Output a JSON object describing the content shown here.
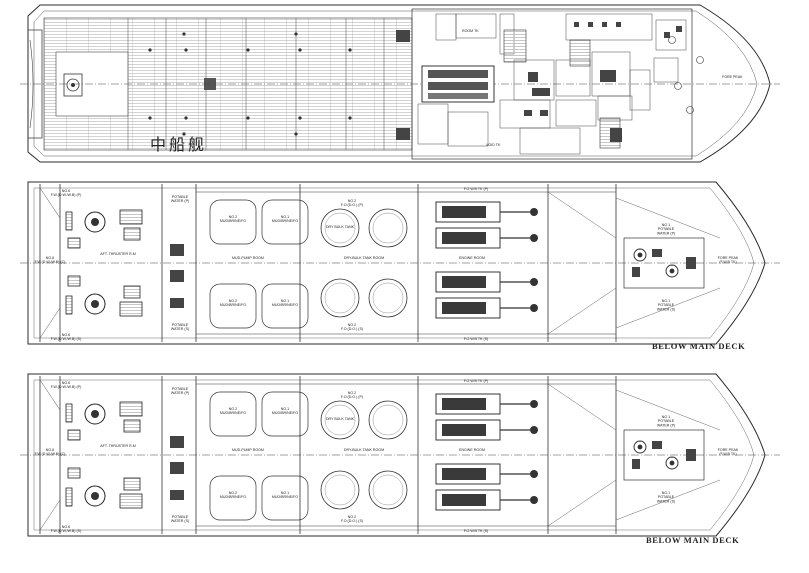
{
  "views": [
    {
      "id": "main-deck",
      "labels": {
        "fore_peak": "FORE PEAK",
        "room_top": "ROOM TK",
        "void_center": "VOID TK"
      }
    },
    {
      "id": "below-main-deck-1",
      "caption": "BELOW  MAIN  DECK",
      "labels": {
        "aft_tank_p": "NO.6\nF.W.(D.W./W.B) (P)",
        "aft_tank_s": "NO.6\nF.W.(D.W./W.B) (S)",
        "aft_center": "NO.6\nF.W.(D.W./W.B) (C)",
        "aft_thruster": "AFT. THRUSTER R.M",
        "potable_p": "POTABLE\nWATER (P)",
        "potable_s": "POTABLE\nWATER (S)",
        "mud2_p": "NO.2\nMUD/BRINE/FO",
        "mud1_p": "NO.1\nMUD/BRINE/FO",
        "mud2_s": "NO.2\nMUD/BRINE/FO",
        "mud1_s": "NO.1\nMUD/BRINE/FO",
        "mud_pump": "MUD-PUMP ROOM",
        "dry_bulk_room": "DRY-BULK TANK ROOM",
        "dry_bulk_tank": "DRY BULK TANK",
        "engine_room": "ENGINE ROOM",
        "fo_p": "NO.2\nF.O.(D.O.) (P)",
        "fo_s": "NO.2\nF.O.(D.O.) (S)",
        "fw_p": "F.O.W.B TK (P)",
        "fw_s": "F.O.W.B TK (S)",
        "fore_potable_p": "NO.1\nPOTABLE\nWATER (P)",
        "fore_potable_s": "NO.1\nPOTABLE\nWATER (S)",
        "fore_peak": "FORE PEAK\n(F.W.B TK)"
      }
    },
    {
      "id": "below-main-deck-2",
      "caption": "BELOW  MAIN  DECK",
      "labels": {
        "aft_tank_p": "NO.6\nF.W.(D.W./W.B) (P)",
        "aft_tank_s": "NO.6\nF.W.(D.W./W.B) (S)",
        "aft_center": "NO.6\nF.W.(D.W./W.B) (C)",
        "aft_thruster": "AFT. THRUSTER R.M",
        "potable_p": "POTABLE\nWATER (P)",
        "potable_s": "POTABLE\nWATER (S)",
        "mud2_p": "NO.2\nMUD/BRINE/FO",
        "mud1_p": "NO.1\nMUD/BRINE/FO",
        "mud2_s": "NO.2\nMUD/BRINE/FO",
        "mud1_s": "NO.1\nMUD/BRINE/FO",
        "mud_pump": "MUD-PUMP ROOM",
        "dry_bulk_room": "DRY-BULK TANK ROOM",
        "dry_bulk_tank": "DRY BULK TANK",
        "engine_room": "ENGINE ROOM",
        "fo_p": "NO.2\nF.O.(D.O.) (P)",
        "fo_s": "NO.2\nF.O.(D.O.) (S)",
        "fw_p": "F.O.W.B TK (P)",
        "fw_s": "F.O.W.B TK (S)",
        "fore_potable_p": "NO.1\nPOTABLE\nWATER (P)",
        "fore_potable_s": "NO.1\nPOTABLE\nWATER (S)",
        "fore_peak": "FORE PEAK\n(F.W.B TK)"
      }
    }
  ],
  "watermark": "中船舰",
  "colors": {
    "line": "#2b2b2b",
    "light_line": "#8a8a8a",
    "deck_hatch": "#b9b9b9",
    "fill_dark": "#3a3a3a",
    "background": "#ffffff"
  }
}
